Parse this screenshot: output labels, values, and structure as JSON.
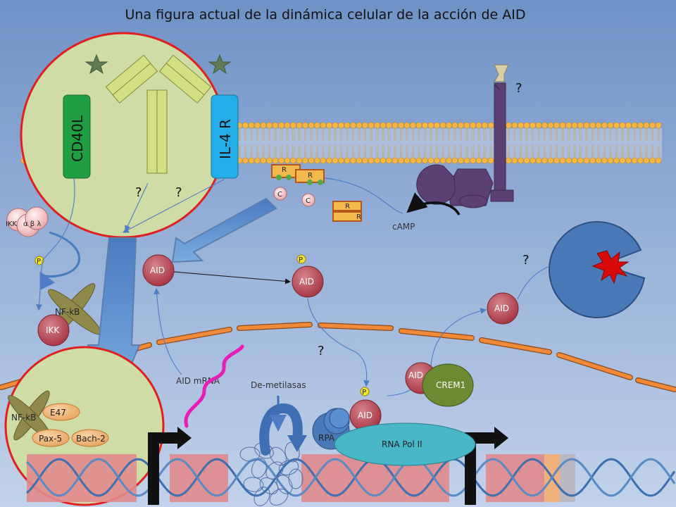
{
  "title": "Una figura actual de la dinámica celular de la acción de AID",
  "colors": {
    "background_top": "#6f92c7",
    "background_bottom": "#c2d2ea",
    "membrane": "#f3b74b",
    "circle_fill": "#cfdca6",
    "circle_stroke": "#e02020",
    "aid_node": "#b2424e",
    "crem1": "#6b8a31",
    "rna_pol": "#48b7c7",
    "rpa": "#4a79b8",
    "receptor_green": "#1f9e43",
    "receptor_blue": "#23aee8",
    "antibody": "#d3df82",
    "purple": "#5c3f73",
    "nuclear_envelope": "#f08a39",
    "big_arrow": "#5580c0",
    "mrna": "#e81cb6",
    "dna_blue": "#3d6fb0",
    "dna_block": "#e18a8c"
  },
  "icons": [
    "star-icon",
    "chevron-icon",
    "explosion-icon",
    "pacman-icon",
    "chromatin-coil-icon",
    "transcription-arrow-icon",
    "curved-arrow-icon"
  ],
  "labels": {
    "cd40l": "CD40L",
    "il4r": "IL-4 R",
    "q_top_right": "?",
    "q_left": "?",
    "q_left2": "?",
    "q_middle": "?",
    "q_right": "?",
    "ikk_complex": "IKK",
    "ikk_greek": "α β λ",
    "p_left": "P",
    "nfkb_top": "NF-kB",
    "ikk_bottom": "IKK",
    "aid_left": "AID",
    "aid_center": "AID",
    "p_center": "P",
    "aid_right": "AID",
    "aid_crem": "AID",
    "crem1": "CREM1",
    "aid_pol": "AID",
    "p_pol": "P",
    "rpa": "RPA",
    "rna_pol": "RNA Pol II",
    "aid_mrna": "AID mRNA",
    "demetilasas": "De-metilasas",
    "camp": "cAMP",
    "r1": "R",
    "r2": "R",
    "r3": "R",
    "r4": "R",
    "c1": "C",
    "c2": "C",
    "e47": "E47",
    "nfkb_bottom": "NF-kB",
    "pax5": "Pax-5",
    "bach2": "Bach-2"
  }
}
